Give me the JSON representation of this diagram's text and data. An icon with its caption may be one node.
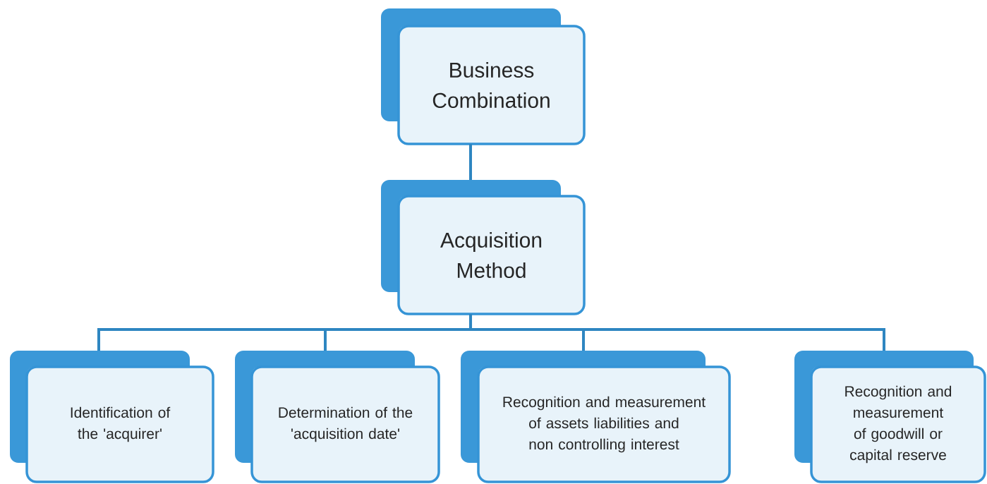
{
  "diagram": {
    "nodes": [
      {
        "text": [
          "Business Combination"
        ]
      },
      {
        "text": [
          "Acquisition Method"
        ]
      },
      {
        "text": [
          "Identification of the 'acquirer'"
        ]
      },
      {
        "text": [
          "Determination of the 'acquisition date'"
        ]
      },
      {
        "text": [
          "Recognition and measurement of assets liabilities and non controlling interest"
        ]
      },
      {
        "text": [
          "Recognition and measurement of goodwill or capital reserve"
        ]
      }
    ],
    "edges": [
      {
        "from": 0,
        "to": 1,
        "arrow": "none"
      },
      {
        "from": 1,
        "to": 2,
        "arrow": "none"
      },
      {
        "from": 1,
        "to": 3,
        "arrow": "none"
      },
      {
        "from": 1,
        "to": 4,
        "arrow": "none"
      },
      {
        "from": 1,
        "to": 5,
        "arrow": "none"
      }
    ]
  }
}
